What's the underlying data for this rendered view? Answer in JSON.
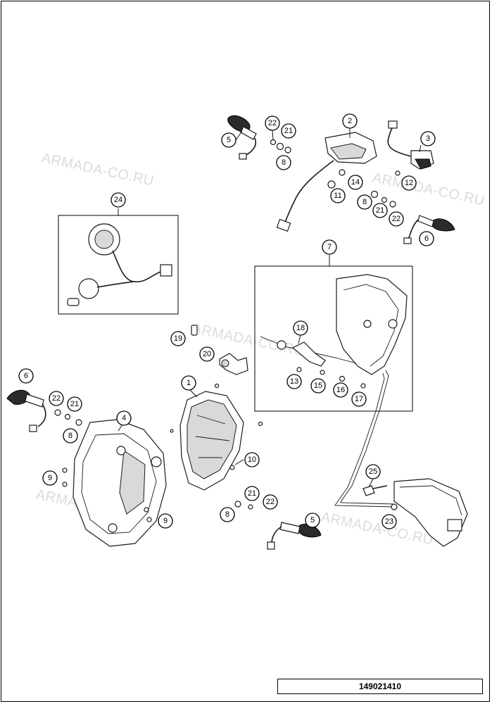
{
  "diagram": {
    "reference_number": "149021410",
    "watermark": "ARMADA-CO.RU",
    "callouts": [
      {
        "id": "c2",
        "label": "2"
      },
      {
        "id": "c3",
        "label": "3"
      },
      {
        "id": "c5a",
        "label": "5"
      },
      {
        "id": "c22a",
        "label": "22"
      },
      {
        "id": "c21a",
        "label": "21"
      },
      {
        "id": "c8a",
        "label": "8"
      },
      {
        "id": "c11",
        "label": "11"
      },
      {
        "id": "c14",
        "label": "14"
      },
      {
        "id": "c12",
        "label": "12"
      },
      {
        "id": "c8b",
        "label": "8"
      },
      {
        "id": "c21b",
        "label": "21"
      },
      {
        "id": "c22b",
        "label": "22"
      },
      {
        "id": "c6a",
        "label": "6"
      },
      {
        "id": "c24",
        "label": "24"
      },
      {
        "id": "c7",
        "label": "7"
      },
      {
        "id": "c18",
        "label": "18"
      },
      {
        "id": "c19",
        "label": "19"
      },
      {
        "id": "c20",
        "label": "20"
      },
      {
        "id": "c13",
        "label": "13"
      },
      {
        "id": "c15",
        "label": "15"
      },
      {
        "id": "c16",
        "label": "16"
      },
      {
        "id": "c17",
        "label": "17"
      },
      {
        "id": "c1",
        "label": "1"
      },
      {
        "id": "c6b",
        "label": "6"
      },
      {
        "id": "c22c",
        "label": "22"
      },
      {
        "id": "c21c",
        "label": "21"
      },
      {
        "id": "c4",
        "label": "4"
      },
      {
        "id": "c8c",
        "label": "8"
      },
      {
        "id": "c10",
        "label": "10"
      },
      {
        "id": "c9a",
        "label": "9"
      },
      {
        "id": "c9b",
        "label": "9"
      },
      {
        "id": "c25",
        "label": "25"
      },
      {
        "id": "c21d",
        "label": "21"
      },
      {
        "id": "c22d",
        "label": "22"
      },
      {
        "id": "c8d",
        "label": "8"
      },
      {
        "id": "c5b",
        "label": "5"
      },
      {
        "id": "c23",
        "label": "23"
      }
    ]
  }
}
